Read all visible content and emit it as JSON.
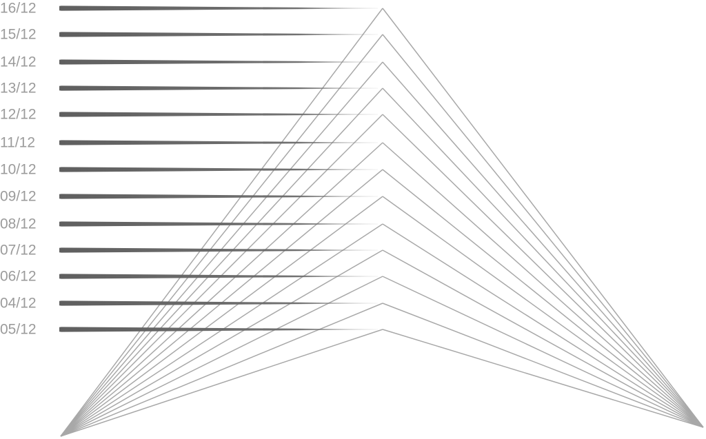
{
  "diagram": {
    "labels": [
      "16/12",
      "15/12",
      "14/12",
      "13/12",
      "12/12",
      "11/12",
      "10/12",
      "09/12",
      "08/12",
      "07/12",
      "06/12",
      "04/12",
      "05/12"
    ],
    "colors": {
      "label": "#9b9b9b",
      "tapered_bar": "#666666",
      "fan_line": "#a8a8a8",
      "background": "#ffffff"
    }
  }
}
